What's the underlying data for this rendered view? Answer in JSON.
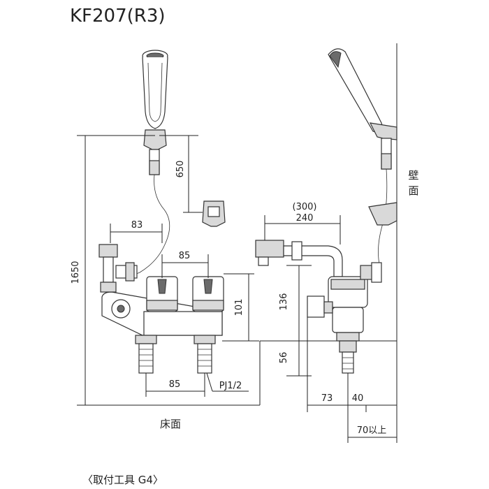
{
  "title": "KF207(R3)",
  "footer": "〈取付工具 G4〉",
  "dimensions": {
    "d650": "650",
    "d83": "83",
    "d1650": "1650",
    "d85_top": "85",
    "d101": "101",
    "d85_bottom": "85",
    "pj": "PJ1/2",
    "d300": "(300)",
    "d240": "240",
    "d136": "136",
    "d56": "56",
    "d73": "73",
    "d40": "40",
    "d70": "70以上"
  },
  "labels": {
    "floor": "床面",
    "wall_1": "壁",
    "wall_2": "面"
  }
}
